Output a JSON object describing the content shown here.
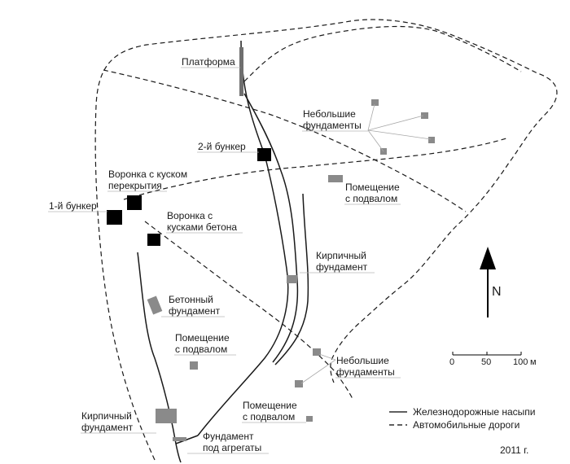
{
  "labels": {
    "platform": "Платформа",
    "small_found_top_1": "Небольшие",
    "small_found_top_2": "фундаменты",
    "bunker2": "2-й бункер",
    "crater_cover_1": "Воронка с куском",
    "crater_cover_2": "перекрытия",
    "basement_top_1": "Помещение",
    "basement_top_2": "с подвалом",
    "bunker1": "1-й бункер",
    "crater_concrete_1": "Воронка с",
    "crater_concrete_2": "кусками бетона",
    "brick_found_right_1": "Кирпичный",
    "brick_found_right_2": "фундамент",
    "concrete_found_1": "Бетонный",
    "concrete_found_2": "фундамент",
    "basement_mid_1": "Помещение",
    "basement_mid_2": "с подвалом",
    "small_found_bottom_1": "Небольшие",
    "small_found_bottom_2": "фундаменты",
    "basement_bottom_1": "Помещение",
    "basement_bottom_2": "с подвалом",
    "brick_found_left_1": "Кирпичный",
    "brick_found_left_2": "фундамент",
    "units_found_1": "Фундамент",
    "units_found_2": "под агрегаты"
  },
  "north": "N",
  "scale": {
    "ticks": [
      "0",
      "50",
      "100"
    ],
    "unit": "м"
  },
  "legend": {
    "rail": "Железнодорожные насыпи",
    "road": "Автомобильные дороги"
  },
  "year": "2011 г.",
  "colors": {
    "bunker": "#000000",
    "foundation": "#8a8a8a",
    "line": "#1a1a1a"
  }
}
